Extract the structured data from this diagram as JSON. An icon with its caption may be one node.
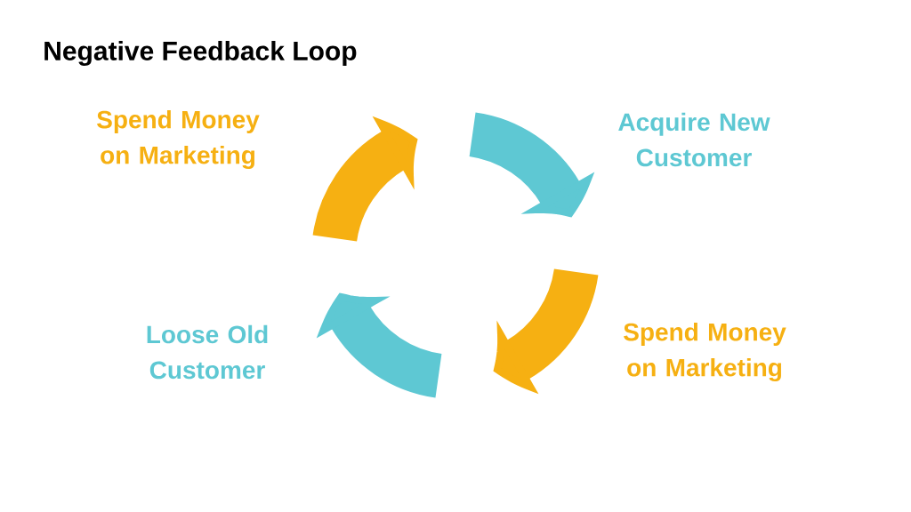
{
  "diagram": {
    "title": "Negative Feedback Loop",
    "labels": [
      "Spend Money on Marketing",
      "Acquire New Customer",
      "Loose Old Customer",
      "Spend Money on Marketing"
    ]
  }
}
